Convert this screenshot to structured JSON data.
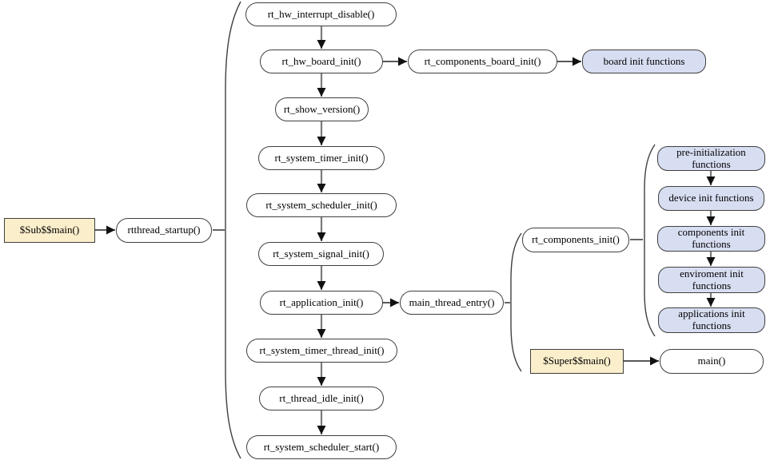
{
  "nodes": {
    "sub_main": {
      "label": "$Sub$$main()"
    },
    "rtthread_startup": {
      "label": "rtthread_startup()"
    },
    "rt_hw_interrupt_disable": {
      "label": "rt_hw_interrupt_disable()"
    },
    "rt_hw_board_init": {
      "label": "rt_hw_board_init()"
    },
    "rt_components_board_init": {
      "label": "rt_components_board_init()"
    },
    "board_init_functions": {
      "label": "board init functions"
    },
    "rt_show_version": {
      "label": "rt_show_version()"
    },
    "rt_system_timer_init": {
      "label": "rt_system_timer_init()"
    },
    "rt_system_scheduler_init": {
      "label": "rt_system_scheduler_init()"
    },
    "rt_system_signal_init": {
      "label": "rt_system_signal_init()"
    },
    "rt_application_init": {
      "label": "rt_application_init()"
    },
    "main_thread_entry": {
      "label": "main_thread_entry()"
    },
    "rt_system_timer_thread_init": {
      "label": "rt_system_timer_thread_init()"
    },
    "rt_thread_idle_init": {
      "label": "rt_thread_idle_init()"
    },
    "rt_system_scheduler_start": {
      "label": "rt_system_scheduler_start()"
    },
    "rt_components_init": {
      "label": "rt_components_init()"
    },
    "pre_initialization_functions": {
      "label": "pre-initialization functions"
    },
    "device_init_functions": {
      "label": "device init functions"
    },
    "components_init_functions": {
      "label": "components init functions"
    },
    "environment_init_functions": {
      "label": "enviroment init functions"
    },
    "applications_init_functions": {
      "label": "applications init functions"
    },
    "super_main": {
      "label": "$Super$$main()"
    },
    "main_fn": {
      "label": "main()"
    }
  },
  "colors": {
    "node_border": "#3f3f3f",
    "function_group_fill": "#d8def2",
    "entry_point_fill": "#fbeecb",
    "line_gray": "#7a7a7a",
    "arrow_black": "#111111"
  }
}
